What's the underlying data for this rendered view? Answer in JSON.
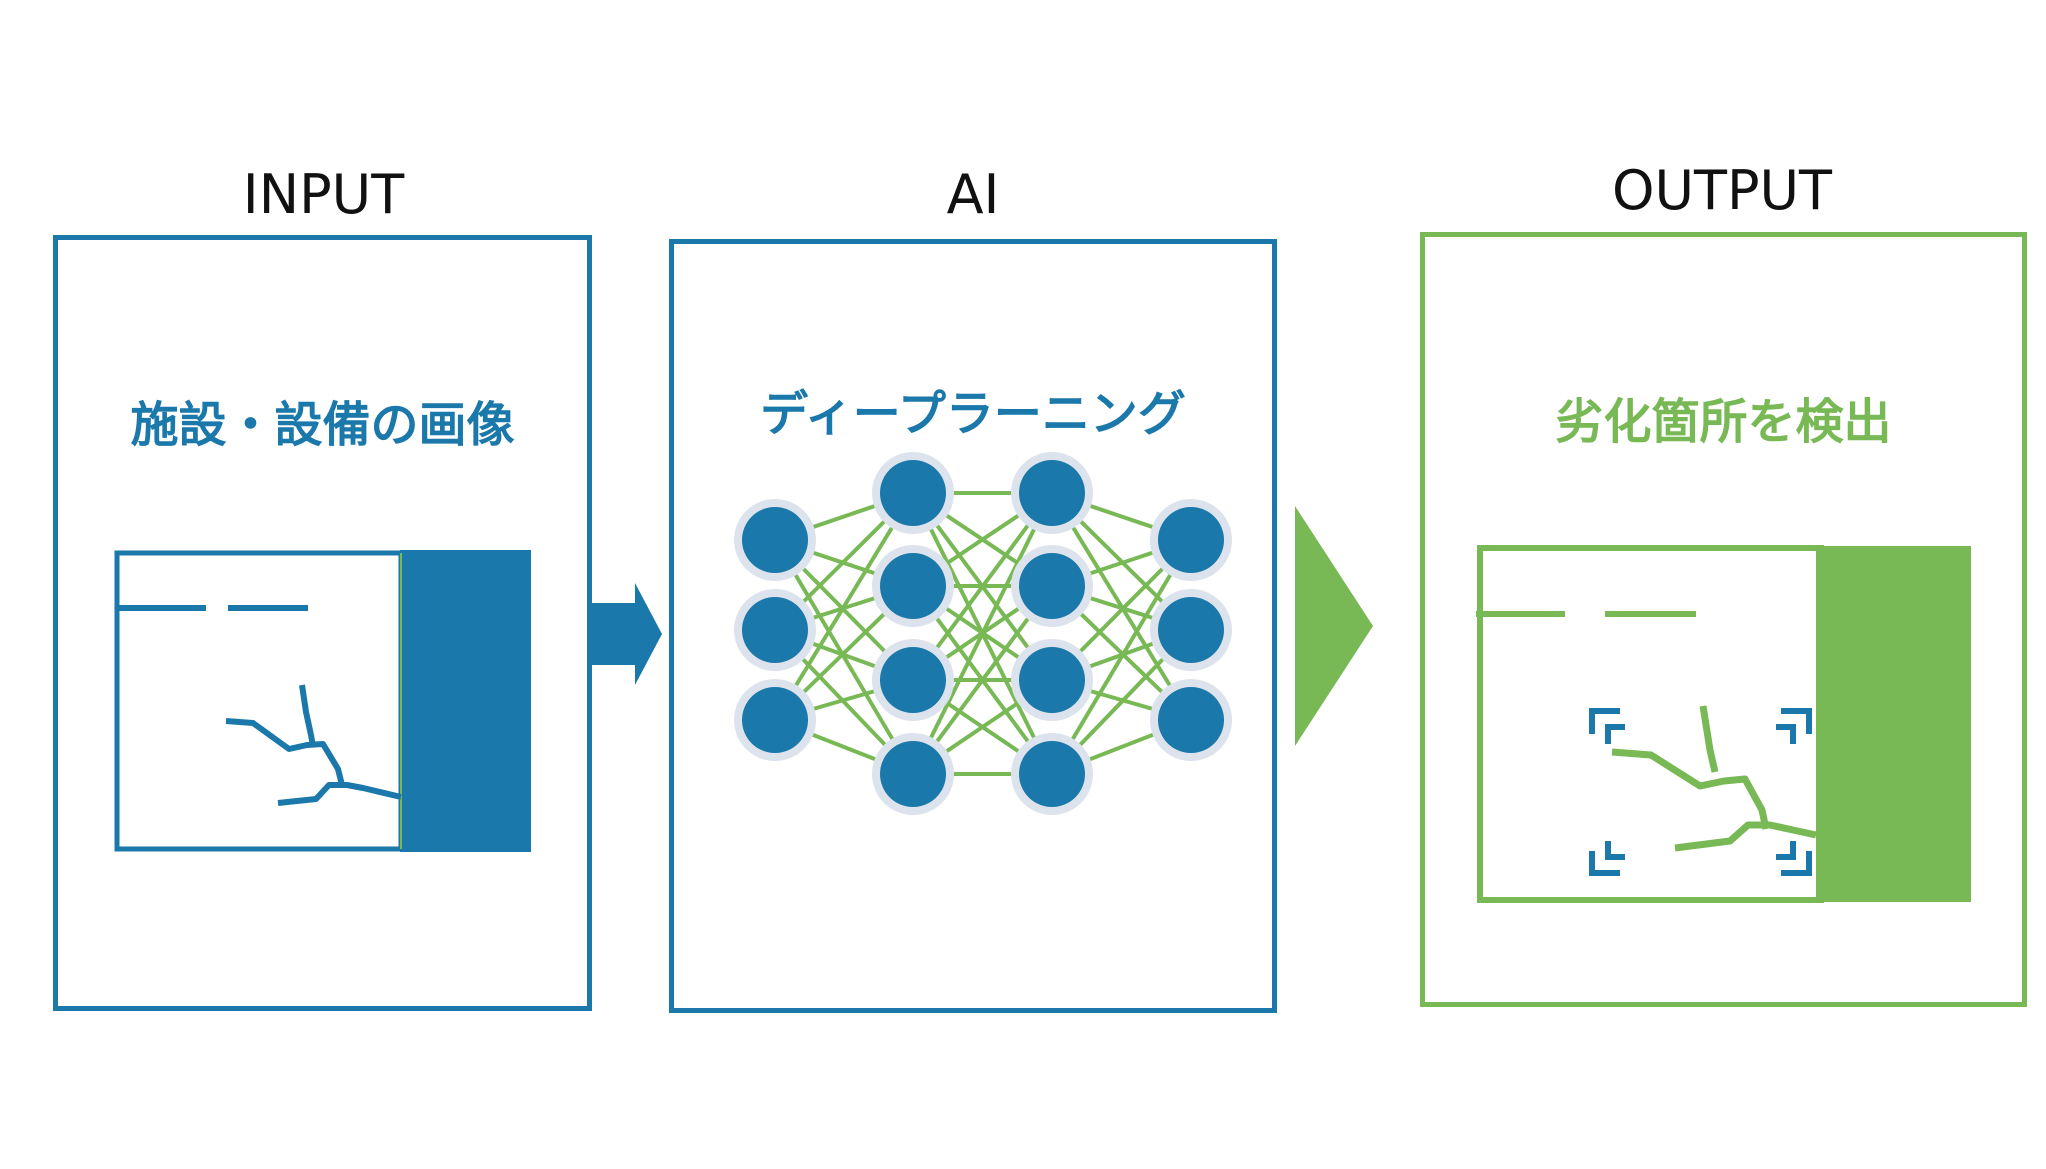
{
  "headings": {
    "input": "INPUT",
    "ai": "AI",
    "output": "OUTPUT"
  },
  "panels": {
    "input": {
      "title": "施設・設備の画像"
    },
    "ai": {
      "title": "ディープラーニング"
    },
    "output": {
      "title": "劣化箇所を検出"
    }
  },
  "network": {
    "layers": [
      3,
      4,
      4,
      3
    ]
  },
  "colors": {
    "blue": "#1a78aa",
    "green": "#78b955",
    "halo": "#dde3ec",
    "heading": "#111111"
  }
}
